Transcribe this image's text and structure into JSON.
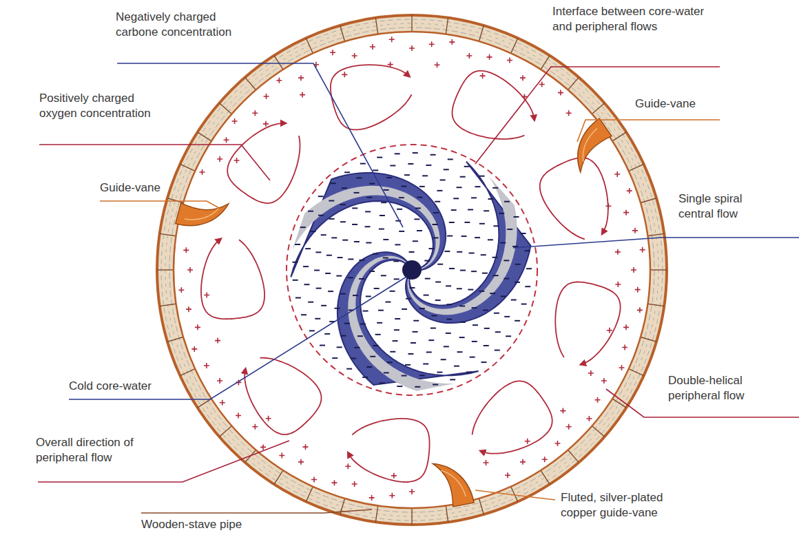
{
  "diagram": {
    "labels": [
      "Negatively charged carbone concentration",
      "Interface between core-water and peripheral flows",
      "Positively charged oxygen concentration",
      "Guide-vane",
      "Guide-vane",
      "Single spiral central flow",
      "Cold core-water",
      "Double-helical peripheral flow",
      "Overall direction of peripheral flow",
      "Wooden-stave pipe",
      "Fluted, silver-plated copper guide-vane"
    ]
  }
}
